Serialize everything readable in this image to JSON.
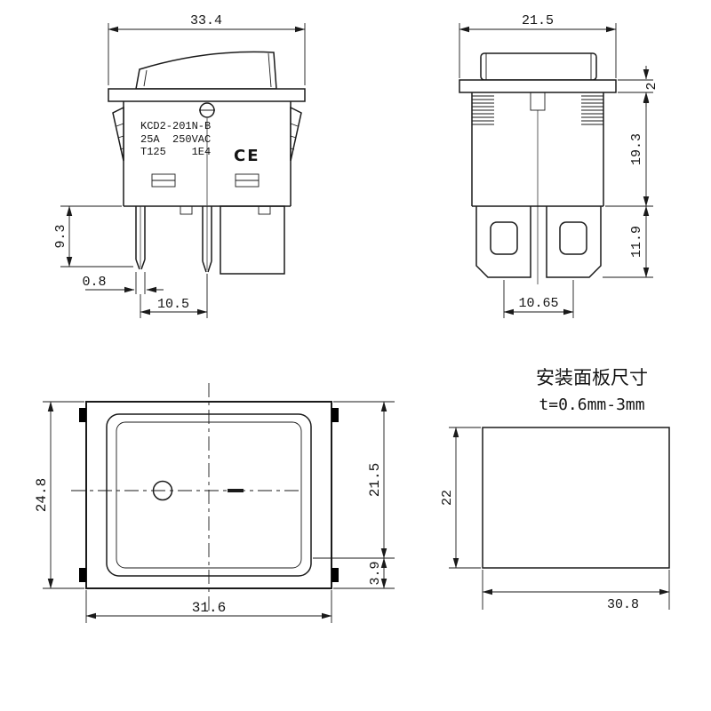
{
  "drawing": {
    "background": "#ffffff",
    "line_color": "#1a1a1a"
  },
  "front_view": {
    "model": "KCD2-201N-B",
    "rating": "25A  250VAC",
    "approvals": "T125    1E4",
    "ce_mark": "CE",
    "dim_width": "33.4",
    "dim_terminal_length": "9.3",
    "dim_terminal_thickness": "0.8",
    "dim_terminal_pitch": "10.5"
  },
  "side_view": {
    "dim_width": "21.5",
    "dim_flange_thickness": "2",
    "dim_body_depth": "19.3",
    "dim_terminal_height": "11.9",
    "dim_terminal_pitch": "10.65"
  },
  "face_view": {
    "dim_height": "24.8",
    "dim_width": "31.6",
    "dim_inner_height": "21.5",
    "dim_bottom_offset": "3.9"
  },
  "panel_cutout": {
    "title": "安装面板尺寸",
    "thickness_note": "t=0.6mm-3mm",
    "dim_height": "22",
    "dim_width": "30.8"
  }
}
